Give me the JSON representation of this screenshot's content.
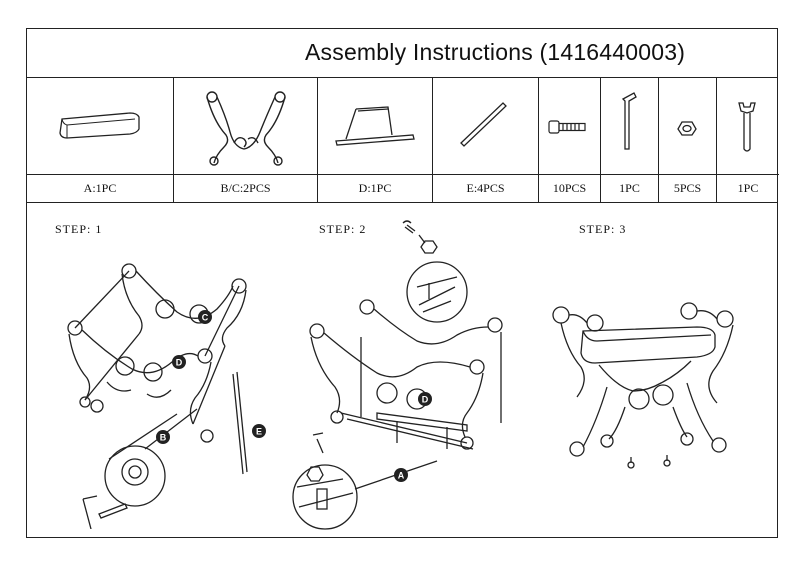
{
  "title": "Assembly Instructions (1416440003)",
  "parts": [
    {
      "icon": "seat-cushion-icon",
      "label": "A:1PC"
    },
    {
      "icon": "scroll-leg-frame-icon",
      "label": "B/C:2PCS"
    },
    {
      "icon": "support-bar-d-icon",
      "label": "D:1PC"
    },
    {
      "icon": "rod-e-icon",
      "label": "E:4PCS"
    },
    {
      "icon": "bolt-icon",
      "label": "10PCS"
    },
    {
      "icon": "allen-key-icon",
      "label": "1PC"
    },
    {
      "icon": "hex-nut-icon",
      "label": "5PCS"
    },
    {
      "icon": "wrench-icon",
      "label": "1PC"
    }
  ],
  "steps": [
    {
      "label": "STEP: 1",
      "markers": [
        "C",
        "D",
        "B",
        "E"
      ]
    },
    {
      "label": "STEP: 2",
      "markers": [
        "D",
        "A"
      ]
    },
    {
      "label": "STEP: 3"
    }
  ]
}
